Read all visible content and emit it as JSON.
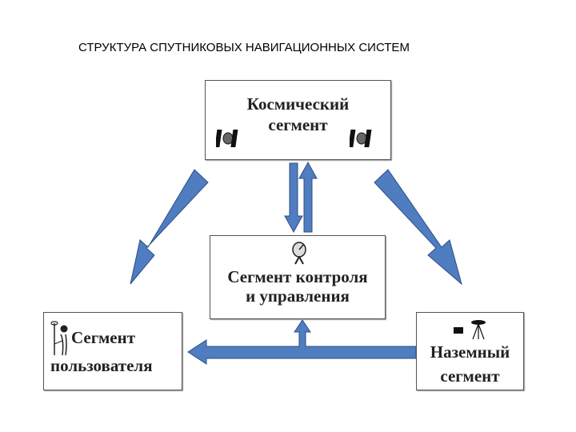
{
  "title": "СТРУКТУРА СПУТНИКОВЫХ НАВИГАЦИОННЫХ СИСТЕМ",
  "nodes": {
    "space": {
      "line1": "Космический",
      "line2": "сегмент"
    },
    "control": {
      "line1": "Сегмент контроля",
      "line2": "и управления"
    },
    "user": {
      "line1": "Сегмент",
      "line2": "пользователя"
    },
    "ground": {
      "line1": "Наземный",
      "line2": "сегмент"
    }
  },
  "colors": {
    "arrow_fill": "#4f7dc0",
    "arrow_stroke": "#2f4f86",
    "box_border": "#555555"
  },
  "icons": [
    "satellite-icon",
    "satellite-dish-icon",
    "user-receiver-icon",
    "ground-station-icon"
  ]
}
